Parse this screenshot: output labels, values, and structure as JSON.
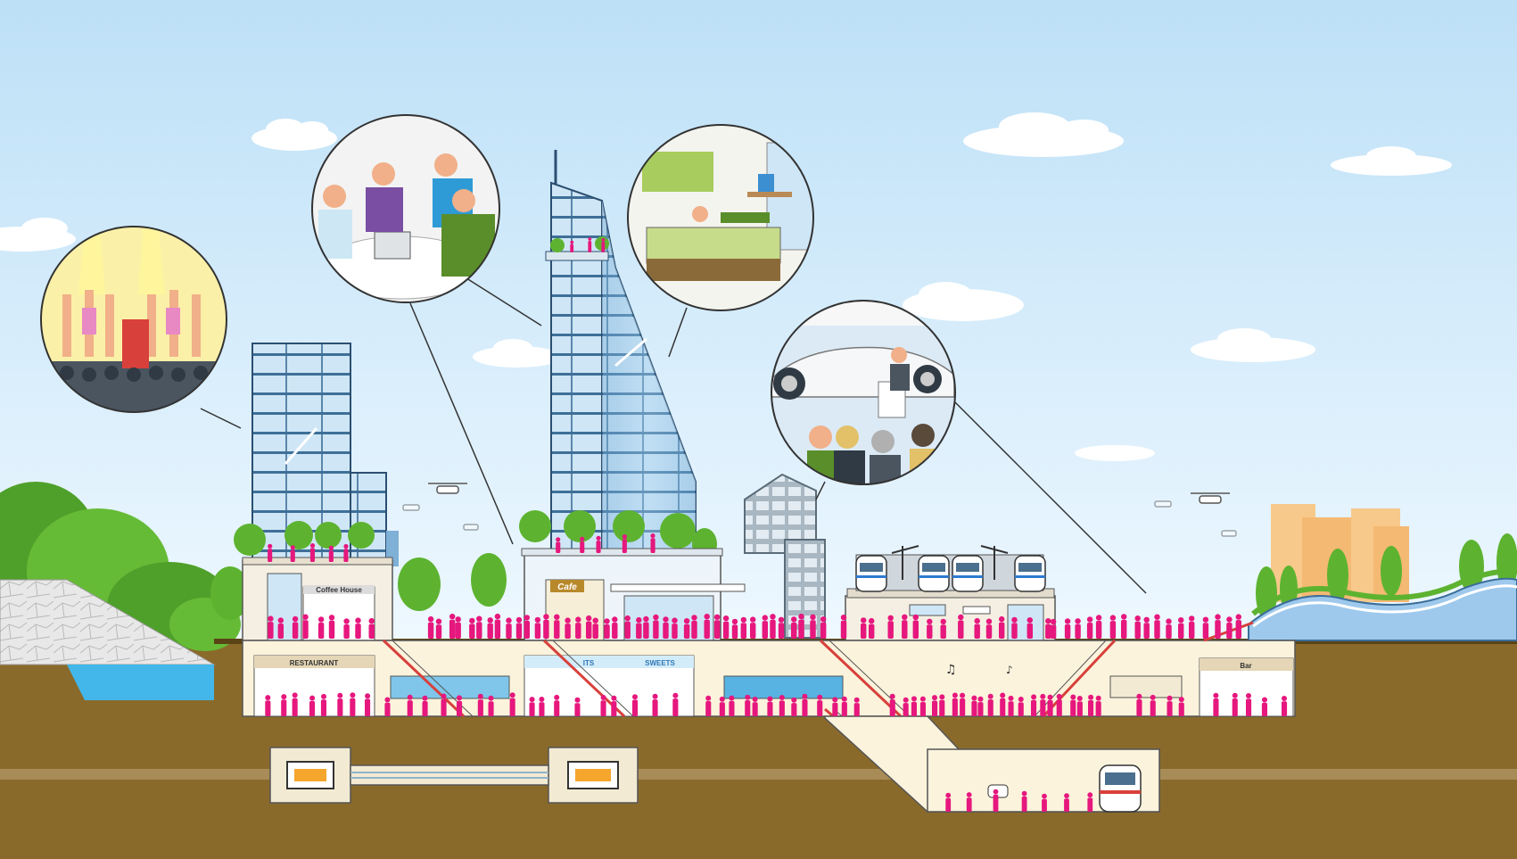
{
  "signs": {
    "coffee_house": "Coffee House",
    "cafe": "Cafe",
    "restaurant": "RESTAURANT",
    "sweets_left": "ITS",
    "sweets": "SWEETS",
    "bar": "Bar"
  },
  "colors": {
    "sky_top": "#bde0f7",
    "sky_bottom": "#eef8ff",
    "ground": "#8a6a2b",
    "people": "#e6177d",
    "tree": "#5db330",
    "glass": "#8fc3e6",
    "concourse": "#fbf3dc"
  },
  "icons": [
    "drone-icon",
    "music-note-icon",
    "train-icon",
    "battery-icon"
  ]
}
